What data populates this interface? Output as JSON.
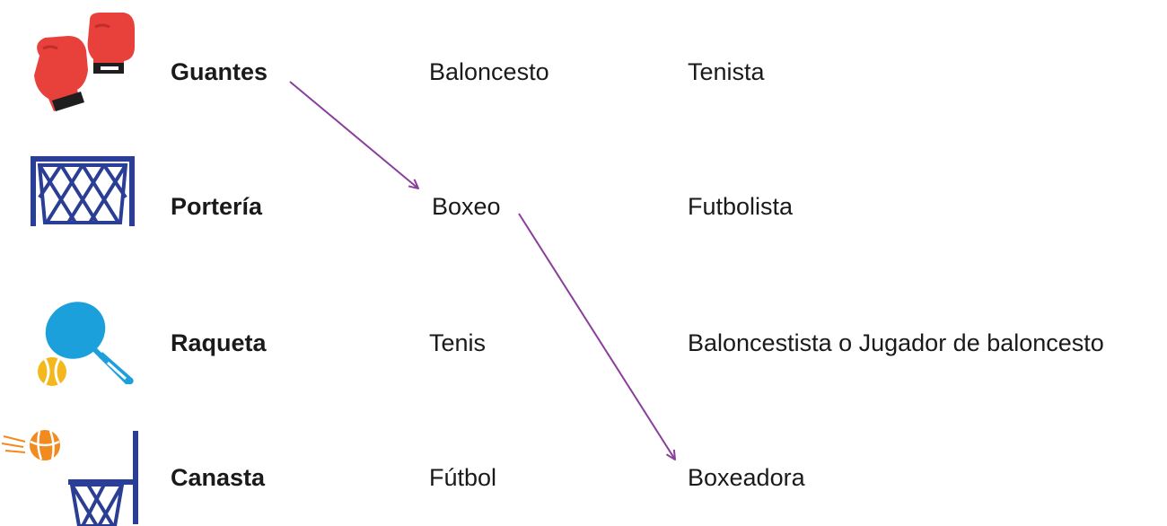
{
  "diagram": {
    "objects": [
      {
        "label": "Guantes",
        "icon": "boxing-gloves-icon"
      },
      {
        "label": "Portería",
        "icon": "soccer-goal-icon"
      },
      {
        "label": "Raqueta",
        "icon": "tennis-racket-icon"
      },
      {
        "label": "Canasta",
        "icon": "basketball-hoop-icon"
      }
    ],
    "sports": [
      "Baloncesto",
      "Boxeo",
      "Tenis",
      "Fútbol"
    ],
    "athletes": [
      "Tenista",
      "Futbolista",
      "Baloncestista o Jugador de baloncesto",
      "Boxeadora"
    ],
    "connections": [
      {
        "from": "Guantes",
        "to": "Boxeo"
      },
      {
        "from": "Boxeo",
        "to": "Boxeadora"
      }
    ],
    "colors": {
      "arrow": "#8a3f9b",
      "glove": "#e8403b",
      "goal": "#2a3e96",
      "racket": "#1ba0dc",
      "ball": "#f3b81e",
      "basketball": "#f18a1f",
      "hoop": "#2a3e96"
    }
  }
}
